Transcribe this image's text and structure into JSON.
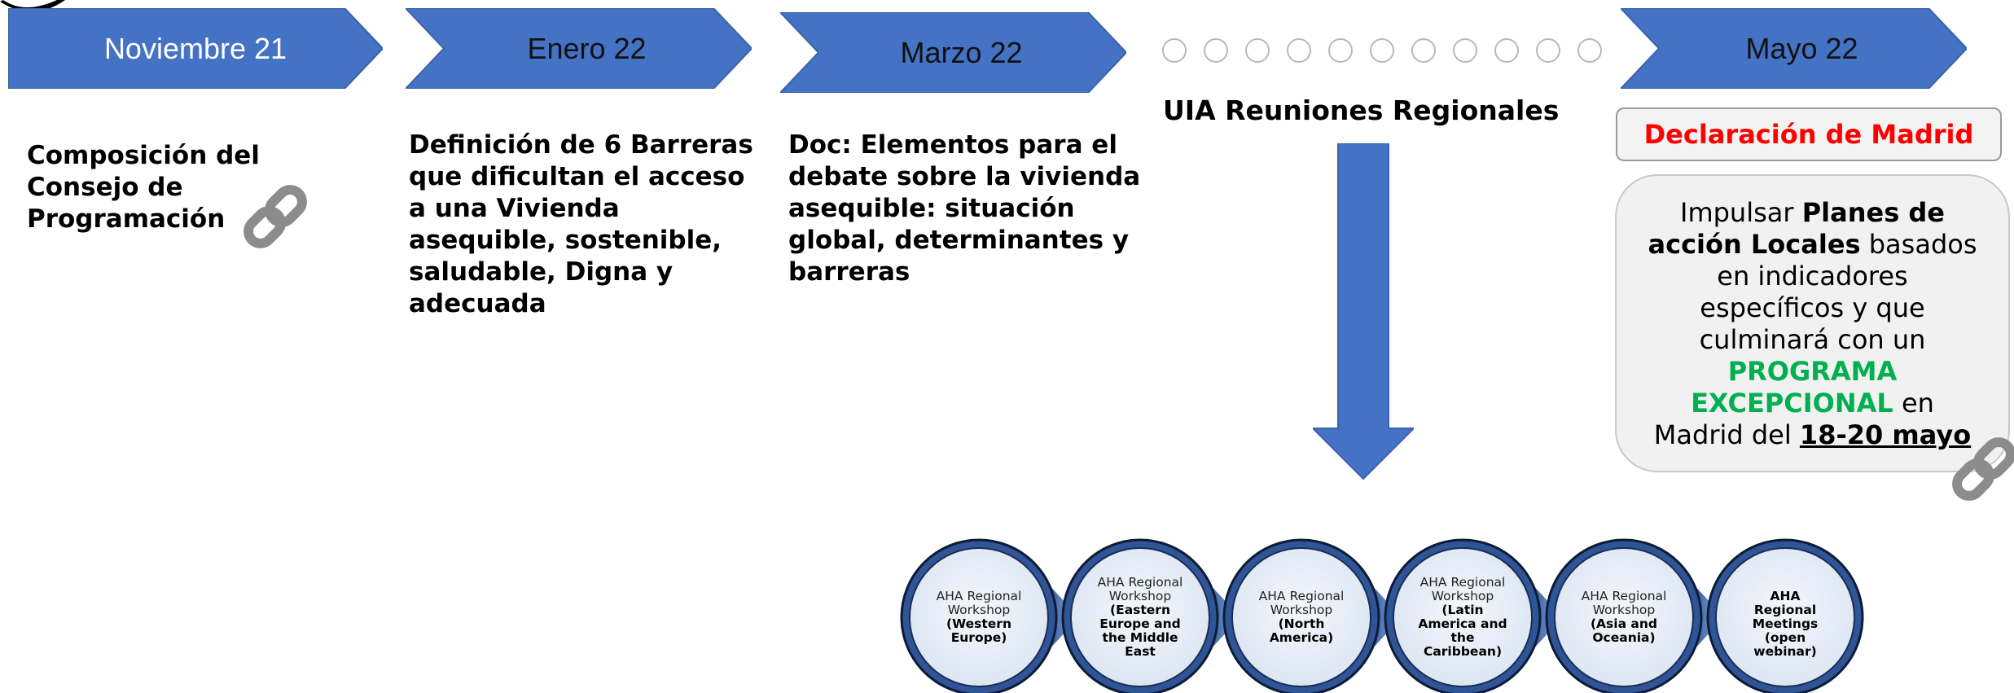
{
  "timeline": [
    {
      "label": "Noviembre 21",
      "text_color": "white"
    },
    {
      "label": "Enero 22",
      "text_color": "dark"
    },
    {
      "label": "Marzo 22",
      "text_color": "dark"
    },
    {
      "label": "Mayo 22",
      "text_color": "dark"
    }
  ],
  "columns": {
    "nov": {
      "lines": [
        "Composición del",
        "Consejo de",
        "Programación"
      ]
    },
    "ene": {
      "lines": [
        "Definición de 6 Barreras",
        "que dificultan el acceso",
        "a una Vivienda",
        "asequible, sostenible,",
        "saludable, Digna y",
        "adecuada"
      ]
    },
    "mar": {
      "lines": [
        "Doc: Elementos para el",
        "debate sobre la vivienda",
        "asequible: situación",
        "global, determinantes y",
        "barreras"
      ]
    },
    "uia": {
      "title": "UIA Reuniones Regionales"
    }
  },
  "declaracion": "Declaración de Madrid",
  "action_box": {
    "t1": "Impulsar ",
    "t2": "Planes de",
    "t3": "acción Locales",
    "t4": " basados",
    "t5": "en indicadores",
    "t6": "específicos y que",
    "t7": "culminará con un",
    "t8": "PROGRAMA",
    "t9": "EXCEPCIONAL",
    "t10": " en",
    "t11": "Madrid del ",
    "t12": "18-20 mayo"
  },
  "workshops": [
    {
      "top": "AHA Regional Workshop",
      "bold": "(Western Europe)"
    },
    {
      "top": "AHA Regional Workshop",
      "bold": "(Eastern Europe and the Middle East"
    },
    {
      "top": "AHA Regional Workshop",
      "bold": "(North America)"
    },
    {
      "top": "AHA Regional Workshop",
      "bold": "(Latin America and the Caribbean)"
    },
    {
      "top": "AHA Regional Workshop",
      "bold": "(Asia and Oceania)"
    },
    {
      "top": "",
      "bold": "AHA Regional Meetings (open webinar)"
    }
  ],
  "colors": {
    "chevron": "#4472c4",
    "arrow": "#4472c4",
    "declaracion": "#ff0000",
    "programa": "#00b050"
  },
  "icons": [
    "link-icon",
    "arrow-down-icon",
    "dot-icon"
  ]
}
